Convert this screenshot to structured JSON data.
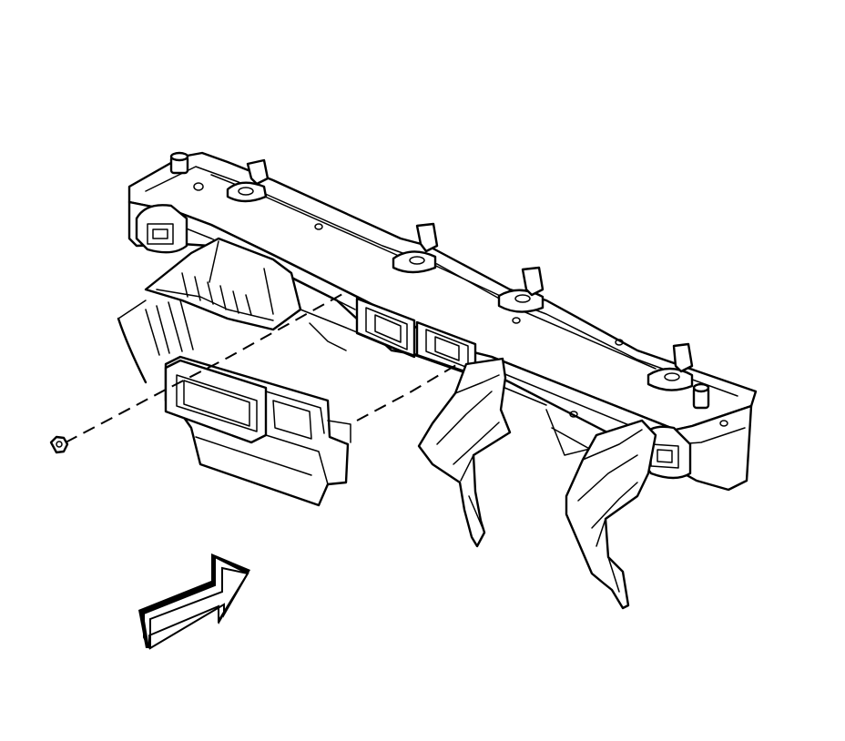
{
  "diagram": {
    "colors": {
      "line": "#000000",
      "background": "#ffffff"
    },
    "parts": [
      {
        "name": "instrument-panel-carrier",
        "icon": "carrier-beam"
      },
      {
        "name": "air-outlet-duct",
        "icon": "duct"
      },
      {
        "name": "center-support-bracket",
        "icon": "bracket"
      },
      {
        "name": "right-support-bracket",
        "icon": "bracket"
      },
      {
        "name": "nut",
        "icon": "hex-nut"
      },
      {
        "name": "view-arrow",
        "icon": "direction-arrow"
      }
    ]
  }
}
